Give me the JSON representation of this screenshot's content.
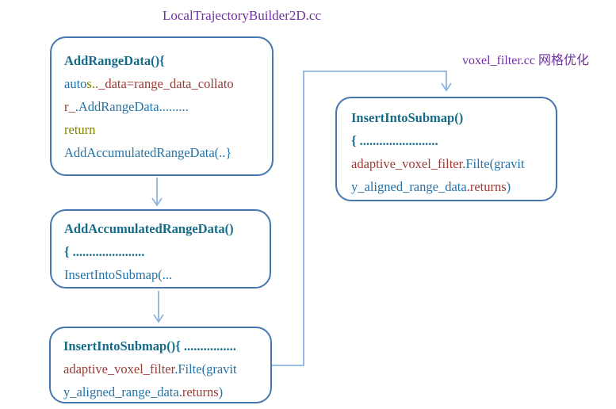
{
  "palette": {
    "purple": "#7030A0",
    "heading": "#156B88",
    "blue": "#2573A7",
    "red": "#9C3A34",
    "olive": "#7F7F00",
    "border": "#4576AD",
    "wire": "#8FB4DE"
  },
  "titles": {
    "main": "LocalTrajectoryBuilder2D.cc",
    "voxel": "voxel_filter.cc 网格优化"
  },
  "boxes": {
    "add_range_data": {
      "heading": "AddRangeData(){",
      "line2": {
        "kw": "auto",
        "olive": "s..",
        "red": "_data=range_data_collato"
      },
      "line3": {
        "red": "r_",
        "blue": ".AddRangeData........."
      },
      "line4": "return",
      "line5": "AddAccumulatedRangeData(..}"
    },
    "add_accumulated": {
      "heading": "AddAccumulatedRangeData()",
      "brace_line": "{ ......................",
      "body": "InsertIntoSubmap(..."
    },
    "insert_left": {
      "heading": "InsertIntoSubmap(){ ................",
      "body1": {
        "red": "adaptive_voxel_filter",
        "blue": ".Filte(gravit"
      },
      "body2": {
        "blue": "y_aligned_range_data",
        "red": ".returns",
        "close": ")"
      }
    },
    "insert_right": {
      "heading": "InsertIntoSubmap()",
      "brace_line": "{ ........................",
      "body1": {
        "red": "adaptive_voxel_filter",
        "blue": ".Filte(gravit"
      },
      "body2": {
        "blue": "y_aligned_range_data",
        "red": ".returns",
        "close": ")"
      }
    }
  }
}
